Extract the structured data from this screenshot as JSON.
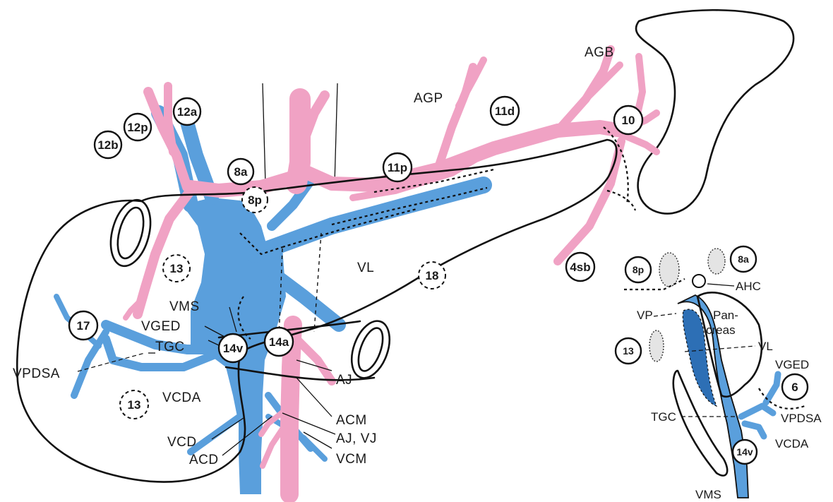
{
  "nodes": {
    "n12a": "12a",
    "n12p": "12p",
    "n12b": "12b",
    "n8a": "8a",
    "n8p": "8p",
    "n11p": "11p",
    "n11d": "11d",
    "n10": "10",
    "n4sb": "4sb",
    "n13_upper": "13",
    "n18": "18",
    "n17": "17",
    "n14v": "14v",
    "n14a": "14a",
    "n13_lower": "13",
    "inset_8p": "8p",
    "inset_8a": "8a",
    "inset_13": "13",
    "inset_6": "6",
    "inset_14v": "14v"
  },
  "labels": {
    "agb": "AGB",
    "agp": "AGP",
    "vl": "VL",
    "vms": "VMS",
    "vged": "VGED",
    "tgc": "TGC",
    "vpdsa": "VPDSA",
    "vcda": "VCDA",
    "aj": "AJ",
    "acm": "ACM",
    "aj_vj": "AJ, VJ",
    "vcm": "VCM",
    "vcd": "VCD",
    "acd": "ACD"
  },
  "inset_labels": {
    "ahc": "AHC",
    "vp": "VP",
    "pancreas_1": "Pan-",
    "pancreas_2": "creas",
    "vl": "VL",
    "vged": "VGED",
    "vpdsa": "VPDSA",
    "tgc": "TGC",
    "vcda": "VCDA",
    "vms": "VMS"
  },
  "colors": {
    "vein": "#5a9fdc",
    "artery": "#f0a2c4",
    "outline": "#111111",
    "background": "#ffffff"
  }
}
